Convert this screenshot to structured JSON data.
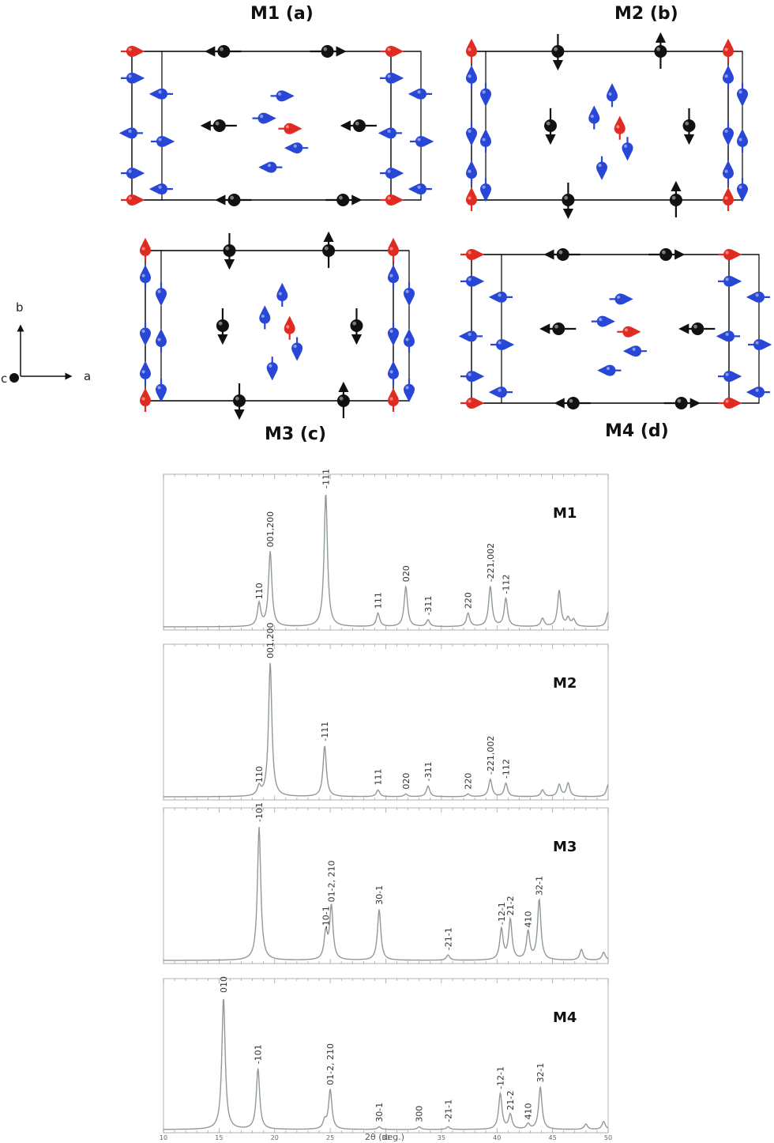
{
  "colors": {
    "red": "#e02b22",
    "blue": "#2847d6",
    "black": "#111111",
    "frame": "#000000",
    "pattern": "#8f9a98",
    "panel": "#b0b0b0"
  },
  "structures": {
    "m1": {
      "title": "M1 (a)",
      "spin": "a"
    },
    "m2": {
      "title": "M2 (b)",
      "spin": "b"
    },
    "m3": {
      "title": "M3 (c)",
      "spin": "b"
    },
    "m4": {
      "title": "M4 (d)",
      "spin": "a"
    }
  },
  "axes": {
    "b": "b",
    "c": "c",
    "a": "a"
  },
  "chart_data": {
    "type": "line",
    "xlabel": "2θ (deg.)",
    "xlim": [
      10,
      50
    ],
    "xticks": [
      10,
      15,
      20,
      25,
      30,
      35,
      40,
      45,
      50
    ],
    "panels": [
      {
        "name": "M1",
        "peaks": [
          {
            "x": 18.6,
            "h": 0.17,
            "label": "110"
          },
          {
            "x": 19.6,
            "h": 0.56,
            "label": "001,200"
          },
          {
            "x": 24.6,
            "h": 1.0,
            "label": "-111"
          },
          {
            "x": 29.3,
            "h": 0.1,
            "label": "111"
          },
          {
            "x": 31.8,
            "h": 0.3,
            "label": "020"
          },
          {
            "x": 33.8,
            "h": 0.05,
            "label": "-311"
          },
          {
            "x": 37.4,
            "h": 0.1,
            "label": "220"
          },
          {
            "x": 39.4,
            "h": 0.3,
            "label": "-221,002"
          },
          {
            "x": 40.8,
            "h": 0.21,
            "label": "-112"
          },
          {
            "x": 44.1,
            "h": 0.06,
            "label": ""
          },
          {
            "x": 45.6,
            "h": 0.27,
            "label": ""
          },
          {
            "x": 46.4,
            "h": 0.06,
            "label": ""
          },
          {
            "x": 46.9,
            "h": 0.05,
            "label": ""
          },
          {
            "x": 50.0,
            "h": 0.11,
            "label": ""
          }
        ]
      },
      {
        "name": "M2",
        "peaks": [
          {
            "x": 18.6,
            "h": 0.07,
            "label": "110"
          },
          {
            "x": 19.6,
            "h": 1.0,
            "label": "001,200"
          },
          {
            "x": 24.5,
            "h": 0.38,
            "label": "-111"
          },
          {
            "x": 29.3,
            "h": 0.05,
            "label": "111"
          },
          {
            "x": 31.8,
            "h": 0.02,
            "label": "020"
          },
          {
            "x": 33.8,
            "h": 0.08,
            "label": "-311"
          },
          {
            "x": 37.4,
            "h": 0.02,
            "label": "220"
          },
          {
            "x": 39.4,
            "h": 0.13,
            "label": "-221,002"
          },
          {
            "x": 40.8,
            "h": 0.1,
            "label": "-112"
          },
          {
            "x": 44.1,
            "h": 0.05,
            "label": ""
          },
          {
            "x": 45.6,
            "h": 0.09,
            "label": ""
          },
          {
            "x": 46.4,
            "h": 0.1,
            "label": ""
          },
          {
            "x": 50.0,
            "h": 0.09,
            "label": ""
          }
        ]
      },
      {
        "name": "M3",
        "peaks": [
          {
            "x": 18.6,
            "h": 1.0,
            "label": "-101"
          },
          {
            "x": 24.6,
            "h": 0.2,
            "label": "-10-1"
          },
          {
            "x": 25.1,
            "h": 0.4,
            "label": "01-2, 210"
          },
          {
            "x": 29.4,
            "h": 0.38,
            "label": "30-1"
          },
          {
            "x": 35.6,
            "h": 0.04,
            "label": "-21-1"
          },
          {
            "x": 40.4,
            "h": 0.23,
            "label": "-12-1"
          },
          {
            "x": 41.2,
            "h": 0.3,
            "label": "21-2"
          },
          {
            "x": 42.8,
            "h": 0.21,
            "label": "410"
          },
          {
            "x": 43.8,
            "h": 0.45,
            "label": "32-1"
          },
          {
            "x": 47.6,
            "h": 0.08,
            "label": ""
          },
          {
            "x": 49.6,
            "h": 0.06,
            "label": ""
          }
        ]
      },
      {
        "name": "M4",
        "peaks": [
          {
            "x": 15.4,
            "h": 1.0,
            "label": "010"
          },
          {
            "x": 18.5,
            "h": 0.46,
            "label": "-101"
          },
          {
            "x": 24.5,
            "h": 0.06,
            "label": ""
          },
          {
            "x": 25.0,
            "h": 0.3,
            "label": "01-2, 210"
          },
          {
            "x": 29.4,
            "h": 0.02,
            "label": "30-1"
          },
          {
            "x": 33.0,
            "h": 0.02,
            "label": "300"
          },
          {
            "x": 35.6,
            "h": 0.02,
            "label": "-21-1"
          },
          {
            "x": 40.3,
            "h": 0.27,
            "label": "-12-1"
          },
          {
            "x": 41.2,
            "h": 0.11,
            "label": "21-2"
          },
          {
            "x": 42.8,
            "h": 0.04,
            "label": "410"
          },
          {
            "x": 43.9,
            "h": 0.32,
            "label": "32-1"
          },
          {
            "x": 48.0,
            "h": 0.04,
            "label": ""
          },
          {
            "x": 49.6,
            "h": 0.06,
            "label": ""
          }
        ]
      }
    ]
  }
}
